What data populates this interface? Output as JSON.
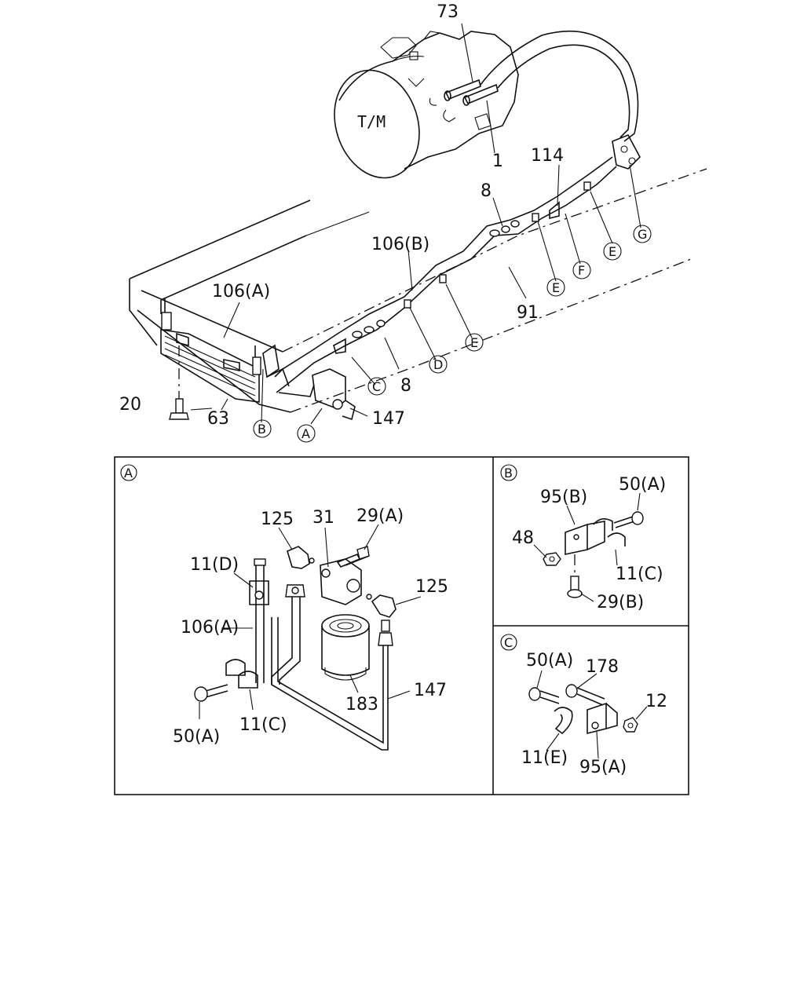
{
  "overview": {
    "transmission_label": "T/M",
    "callouts": {
      "p73": "73",
      "p1": "1",
      "p114": "114",
      "p8_upper": "8",
      "p106b": "106(B)",
      "p106a": "106(A)",
      "p91": "91",
      "p8_lower": "8",
      "p20": "20",
      "p63": "63",
      "p147": "147"
    },
    "markers": {
      "g": "G",
      "f": "F",
      "e1": "E",
      "e2": "E",
      "e3": "E",
      "d": "D",
      "c": "C",
      "b": "B",
      "a": "A"
    }
  },
  "detail_a": {
    "marker": "A",
    "labels": {
      "p125_left": "125",
      "p31": "31",
      "p29a": "29(A)",
      "p11d": "11(D)",
      "p125_right": "125",
      "p106a": "106(A)",
      "p147": "147",
      "p183": "183",
      "p50a": "50(A)",
      "p11c": "11(C)"
    }
  },
  "detail_b": {
    "marker": "B",
    "labels": {
      "p95b": "95(B)",
      "p50a": "50(A)",
      "p48": "48",
      "p11c": "11(C)",
      "p29b": "29(B)"
    }
  },
  "detail_c": {
    "marker": "C",
    "labels": {
      "p50a": "50(A)",
      "p178": "178",
      "p12": "12",
      "p11e": "11(E)",
      "p95a": "95(A)"
    }
  }
}
